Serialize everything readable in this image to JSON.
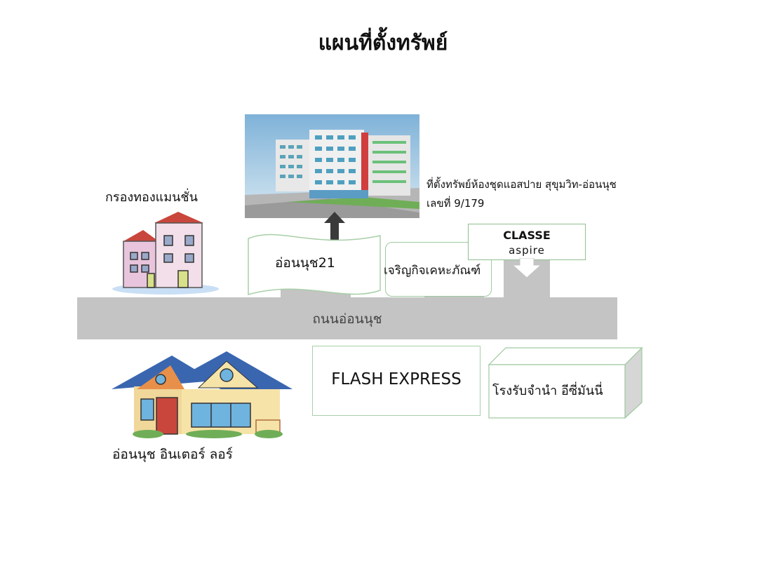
{
  "title": "แผนที่ตั้งทรัพย์",
  "road": {
    "label": "ถนนอ่อนนุช"
  },
  "property": {
    "line1": "ที่ตั้งทรัพย์ห้องชุดแอสปาย สุขุมวิท-อ่อนนุช",
    "line2": "เลขที่ 9/179",
    "image_alt": "condominium-building"
  },
  "landmarks": {
    "soi21": "อ่อนนุช21",
    "shop": "เจริญกิจเคหะภัณฑ์",
    "classe_line1": "CLASSE",
    "classe_line2": "aspire",
    "mansion": "กรองทองแมนชั่น",
    "interlor": "อ่อนนุช อินเตอร์ ลอร์",
    "flash": "FLASH EXPRESS",
    "pawn": "โรงรับจำนำ อีซี่มันนี่"
  },
  "colors": {
    "road": "#c4c4c4",
    "box_border": "#9ec99e",
    "arrow": "#3a3a3a",
    "roof_red": "#c9463c",
    "roof_blue": "#3a66b0"
  },
  "icons": [
    "up-arrow-icon",
    "down-arrow-icon",
    "mansion-icon",
    "house-icon",
    "building-image"
  ]
}
